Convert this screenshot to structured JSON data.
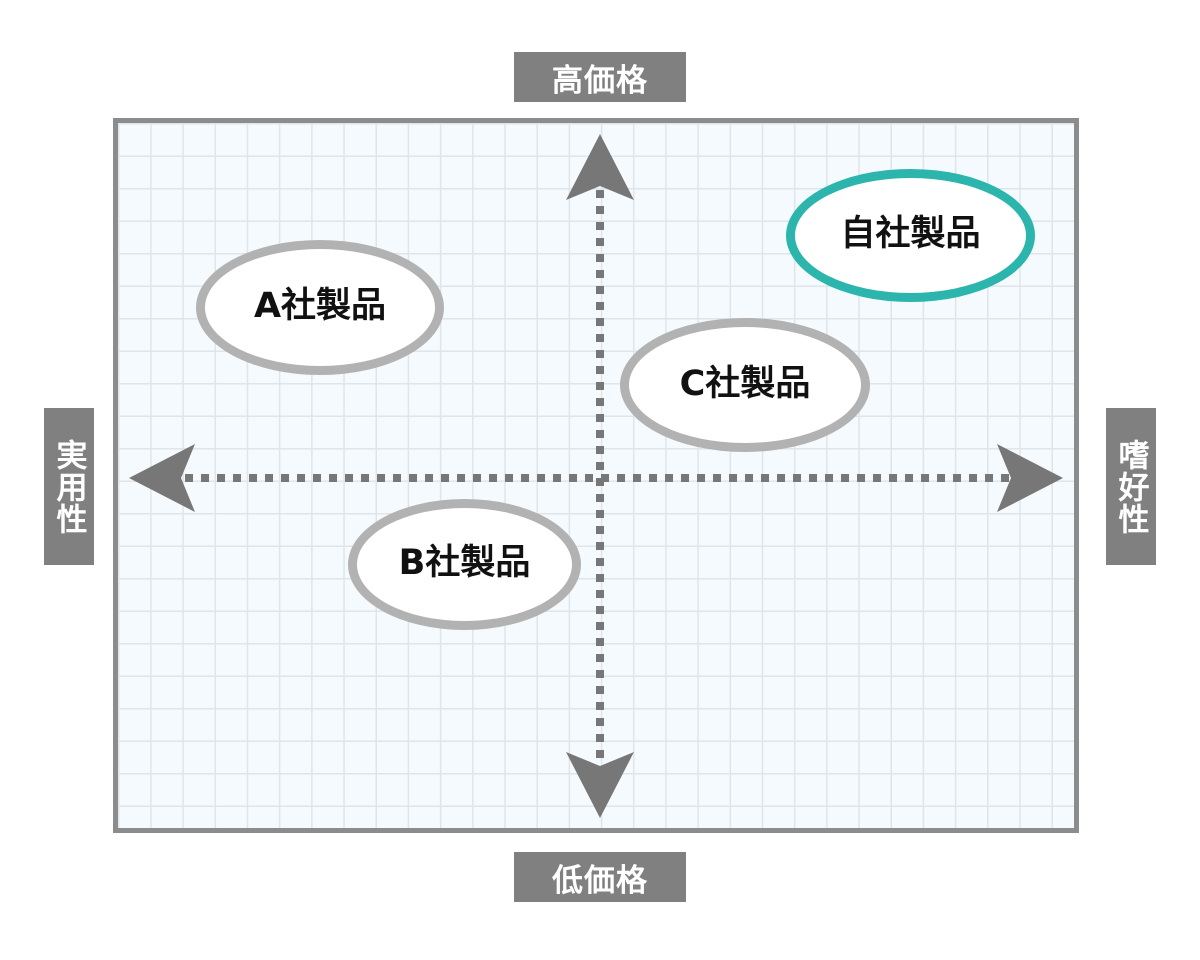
{
  "chart_data": {
    "type": "scatter",
    "title": "",
    "xlabel": "",
    "ylabel": "",
    "axes": {
      "vertical": {
        "top_label": "高価格",
        "bottom_label": "低価格"
      },
      "horizontal": {
        "left_label": "実用性",
        "right_label": "嗜好性"
      }
    },
    "xlim": [
      0,
      100
    ],
    "ylim": [
      0,
      100
    ],
    "grid": true,
    "legend": "none",
    "points": [
      {
        "label": "自社製品",
        "x": 80,
        "y": 77,
        "highlight": true,
        "color": "#2bb5ac"
      },
      {
        "label": "A社製品",
        "x": 19,
        "y": 66,
        "highlight": false,
        "color": "#b2b2b2"
      },
      {
        "label": "C社製品",
        "x": 58,
        "y": 55,
        "highlight": false,
        "color": "#b2b2b2"
      },
      {
        "label": "B社製品",
        "x": 35,
        "y": 31,
        "highlight": false,
        "color": "#b2b2b2"
      }
    ]
  },
  "axis_labels": {
    "top": "高価格",
    "bottom": "低価格",
    "left": "実用性",
    "right": "嗜好性"
  },
  "bubbles": [
    {
      "label": "自社製品"
    },
    {
      "label": "A社製品"
    },
    {
      "label": "C社製品"
    },
    {
      "label": "B社製品"
    }
  ],
  "colors": {
    "accent": "#2bb5ac",
    "bubble_border": "#b2b2b2",
    "label_box": "#808080",
    "plot_border": "#8c8c8c",
    "plot_background": "#f4fafd",
    "grid_line": "#dfe5e8",
    "axis_line": "#777777"
  },
  "icons": {
    "arrow_up": "arrow-up-icon",
    "arrow_down": "arrow-down-icon",
    "arrow_left": "arrow-left-icon",
    "arrow_right": "arrow-right-icon"
  }
}
